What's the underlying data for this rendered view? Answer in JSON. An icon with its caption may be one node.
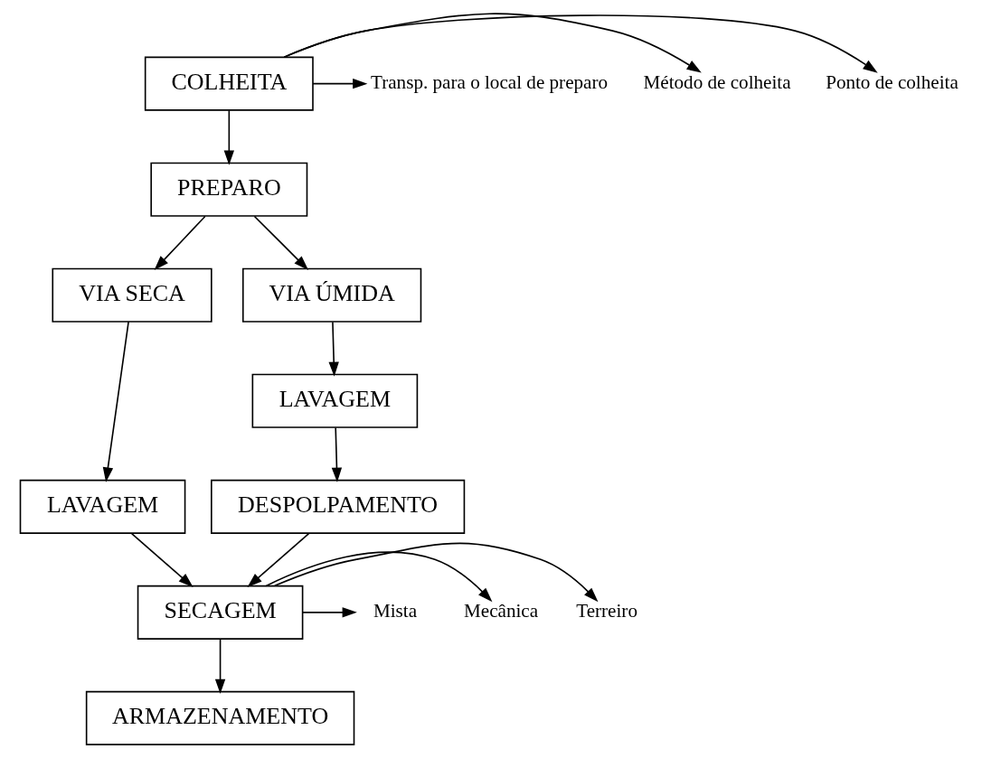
{
  "diagram": {
    "nodes": [
      {
        "text": [
          "COLHEITA"
        ]
      },
      {
        "text": [
          "Ponto de colheita"
        ]
      },
      {
        "text": [
          "Método de colheita"
        ]
      },
      {
        "text": [
          "Transp. para o local de preparo"
        ]
      },
      {
        "text": [
          "PREPARO"
        ]
      },
      {
        "text": [
          "VIA SECA"
        ]
      },
      {
        "text": [
          "VIA ÚMIDA"
        ]
      },
      {
        "text": [
          "LAVAGEM"
        ]
      },
      {
        "text": [
          "LAVAGEM"
        ]
      },
      {
        "text": [
          "DESPOLPAMENTO"
        ]
      },
      {
        "text": [
          "SECAGEM"
        ]
      },
      {
        "text": [
          "Terreiro"
        ]
      },
      {
        "text": [
          "Mecânica"
        ]
      },
      {
        "text": [
          "Mista"
        ]
      },
      {
        "text": [
          "ARMAZENAMENTO"
        ]
      }
    ],
    "edges": [
      {
        "from": 0,
        "to": 1,
        "arrow": "to"
      },
      {
        "from": 0,
        "to": 2,
        "arrow": "to"
      },
      {
        "from": 0,
        "to": 3,
        "arrow": "to"
      },
      {
        "from": 0,
        "to": 4,
        "arrow": "to"
      },
      {
        "from": 4,
        "to": 5,
        "arrow": "to"
      },
      {
        "from": 4,
        "to": 6,
        "arrow": "to"
      },
      {
        "from": 5,
        "to": 7,
        "arrow": "to"
      },
      {
        "from": 6,
        "to": 8,
        "arrow": "to"
      },
      {
        "from": 8,
        "to": 9,
        "arrow": "to"
      },
      {
        "from": 7,
        "to": 10,
        "arrow": "to"
      },
      {
        "from": 9,
        "to": 10,
        "arrow": "to"
      },
      {
        "from": 10,
        "to": 11,
        "arrow": "to"
      },
      {
        "from": 10,
        "to": 12,
        "arrow": "to"
      },
      {
        "from": 10,
        "to": 13,
        "arrow": "to"
      },
      {
        "from": 10,
        "to": 14,
        "arrow": "to"
      }
    ]
  }
}
